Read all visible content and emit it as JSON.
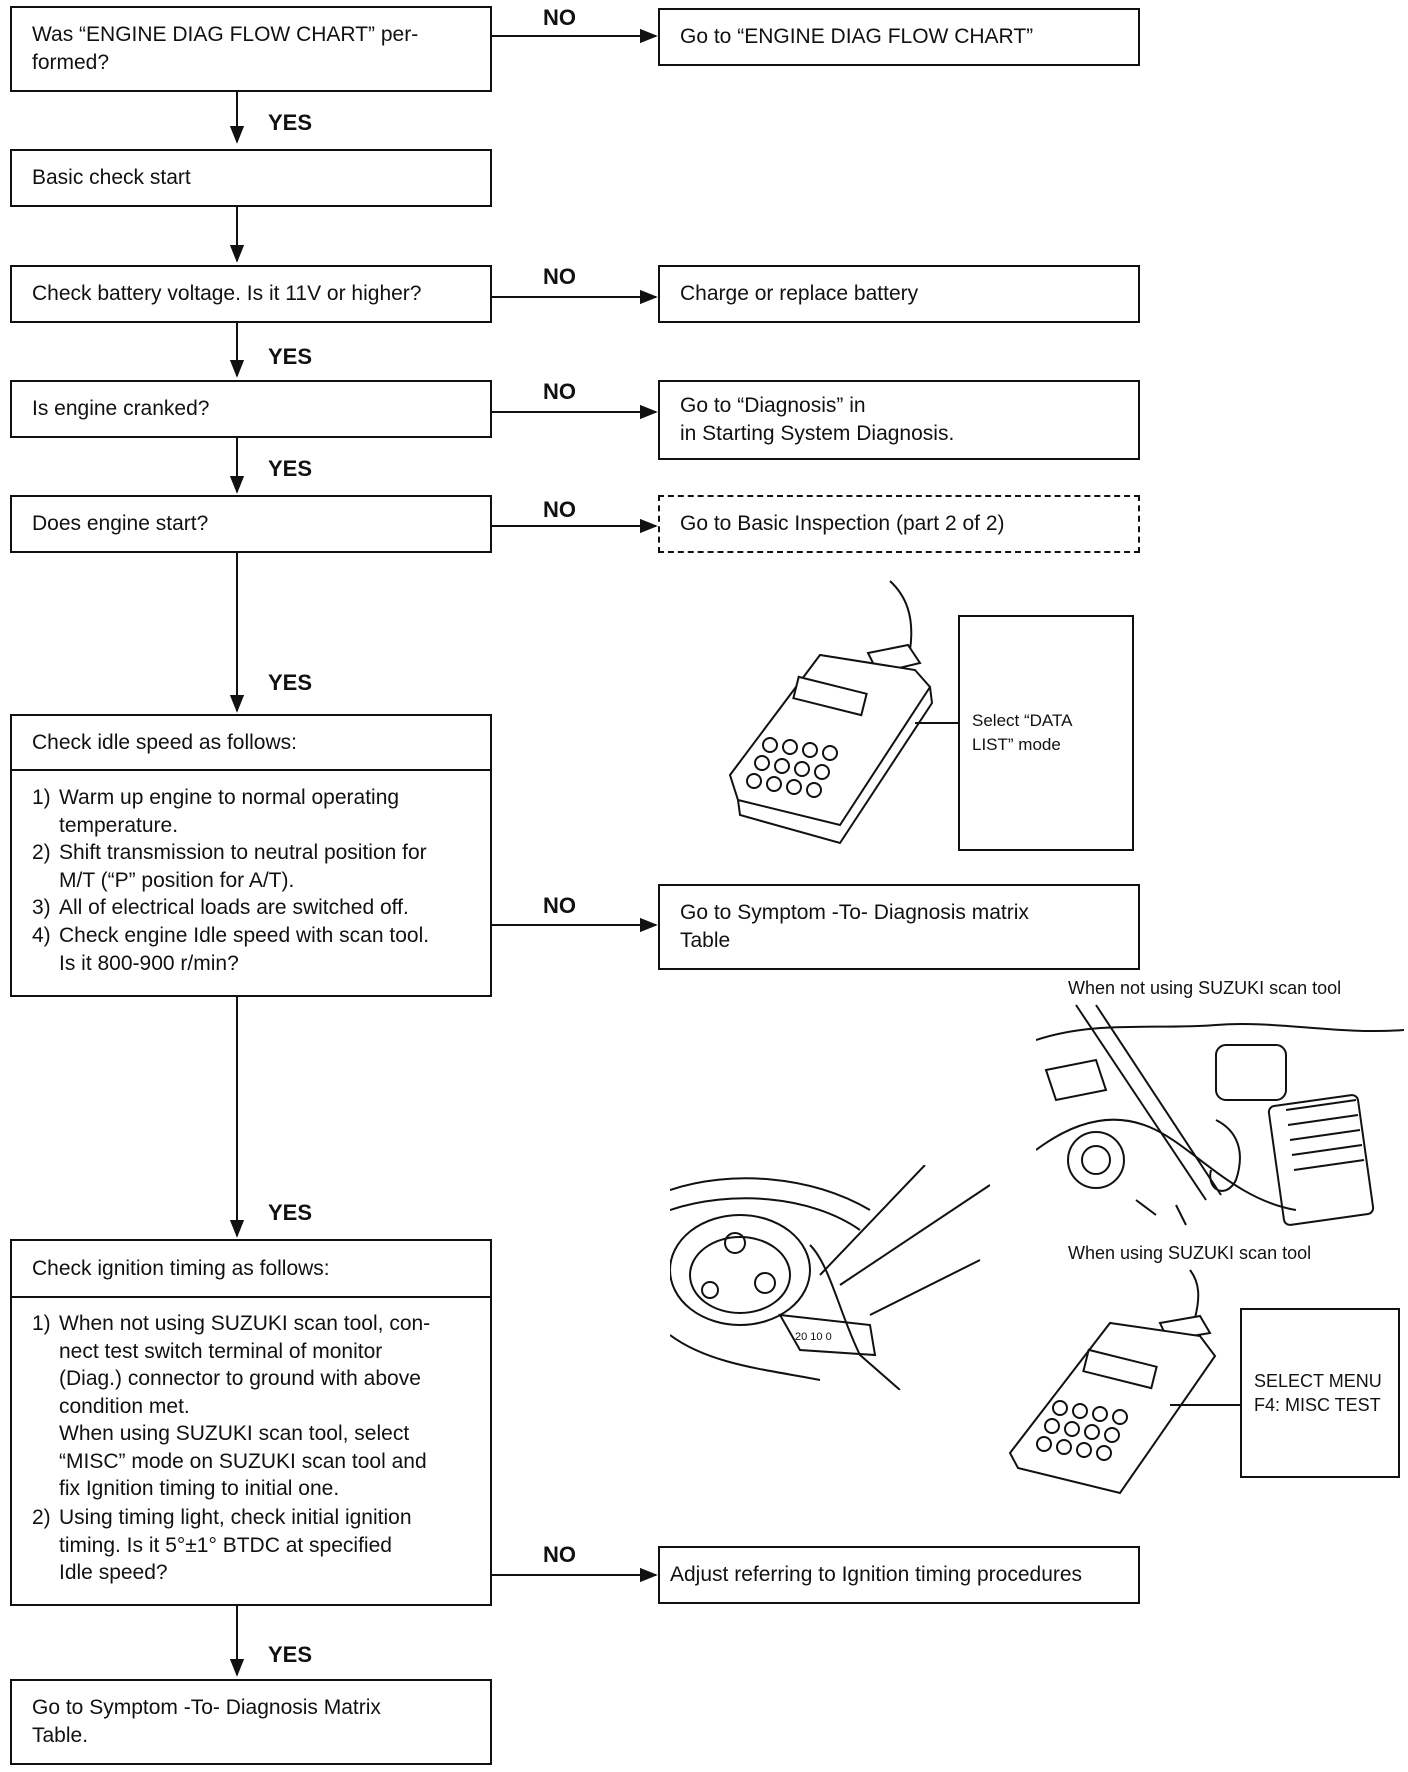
{
  "flow": {
    "q_diag": "Was “ENGINE DIAG FLOW CHART” per-\nformed?",
    "a_diag": "Go to “ENGINE DIAG FLOW CHART”",
    "basic_start": "Basic check start",
    "q_battery": "Check battery voltage. Is it 11V or higher?",
    "a_battery": "Charge or replace battery",
    "q_crank": "Is engine cranked?",
    "a_crank": "Go to “Diagnosis” in\nin Starting System Diagnosis.",
    "q_start": "Does engine start?",
    "a_start": "Go to Basic Inspection (part 2 of 2)",
    "idle_title": "Check idle speed as follows:",
    "idle_steps": [
      {
        "num": "1)",
        "text": "Warm up engine to normal operating\ntemperature."
      },
      {
        "num": "2)",
        "text": "Shift transmission to neutral position for\nM/T (“P” position for A/T)."
      },
      {
        "num": "3)",
        "text": "All of electrical loads are switched off."
      },
      {
        "num": "4)",
        "text": "Check engine Idle speed with scan tool.\nIs it 800-900 r/min?"
      }
    ],
    "a_idle": "Go to Symptom -To- Diagnosis matrix\nTable",
    "timing_title": "Check ignition timing as follows:",
    "timing_steps": [
      {
        "num": "1)",
        "text": "When not using SUZUKI scan tool, con-\nnect test switch terminal of monitor\n(Diag.) connector to ground with above\ncondition met.\nWhen using SUZUKI scan tool, select\n“MISC” mode on SUZUKI scan tool and\nfix Ignition timing to initial one."
      },
      {
        "num": "2)",
        "text": "Using timing light, check initial ignition\ntiming. Is it 5°±1° BTDC at specified\nIdle speed?"
      }
    ],
    "a_timing": "Adjust referring to Ignition timing procedures",
    "final": "Go to Symptom -To- Diagnosis Matrix\nTable."
  },
  "labels": {
    "yes": "YES",
    "no": "NO"
  },
  "illustrations": {
    "callout_data_list": "Select “DATA\nLIST” mode",
    "cap_not_using": "When not using SUZUKI scan tool",
    "cap_using": "When using SUZUKI scan tool",
    "callout_misc": "SELECT MENU\nF4: MISC TEST",
    "timing_marks": "20 10 0"
  }
}
